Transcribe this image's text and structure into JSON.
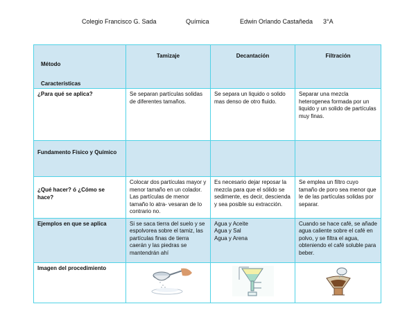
{
  "header": {
    "school": "Colegio Francisco G. Sada",
    "subject": "Química",
    "author": "Edwin Orlando Castañeda",
    "grade": "3°A"
  },
  "table": {
    "corner_top": "Método",
    "corner_bottom": "Características",
    "columns": [
      "Tamizaje",
      "Decantación",
      "Filtración"
    ],
    "rows": [
      {
        "label": "¿Para qué se aplica?",
        "cells": [
          "Se separan partículas solidas de diferentes tamaños.",
          "Se separa un liquido o solido mas denso de otro fluido.",
          "Separar una mezcla heterogenea formada por un liquido y un solido de partículas muy finas."
        ]
      },
      {
        "label": "Fundamento Físico y Químico",
        "cells": [
          "",
          "",
          ""
        ]
      },
      {
        "label": "¿Qué hacer? ó ¿Cómo se hace?",
        "cells": [
          "Colocar dos partículas mayor y menor tamaño en un colador. Las partículas de menor tamaño lo atra- vesaran de lo contrario no.",
          "Es necesario dejar reposar la mezcla para que el sólido se sedimente, es decir, descienda y sea posible su extracción.",
          "Se emplea un filtro cuyo tamaño de poro sea menor que le de las partículas solidas por separar."
        ]
      },
      {
        "label": "Ejemplos en que se aplica",
        "cells": [
          "Si se saca tierra del suelo y se espolvorea sobre el tamiz, las partículas finas de tierra caerán y las piedras se mantendrán ahí",
          "Agua y Aceite\nAgua y Sal\nAgua y Arena",
          "Cuando se hace café, se añade agua caliente sobre el café en polvo, y se filtra el agua, obteniendo el café soluble para beber."
        ]
      },
      {
        "label": "Imagen del procedimiento",
        "cells": [
          "",
          "",
          ""
        ]
      }
    ]
  },
  "images": [
    "sieve-illustration",
    "separatory-funnel-illustration",
    "coffee-filter-illustration"
  ],
  "colors": {
    "border": "#4fd2e6",
    "shade": "#cfe6f2"
  }
}
